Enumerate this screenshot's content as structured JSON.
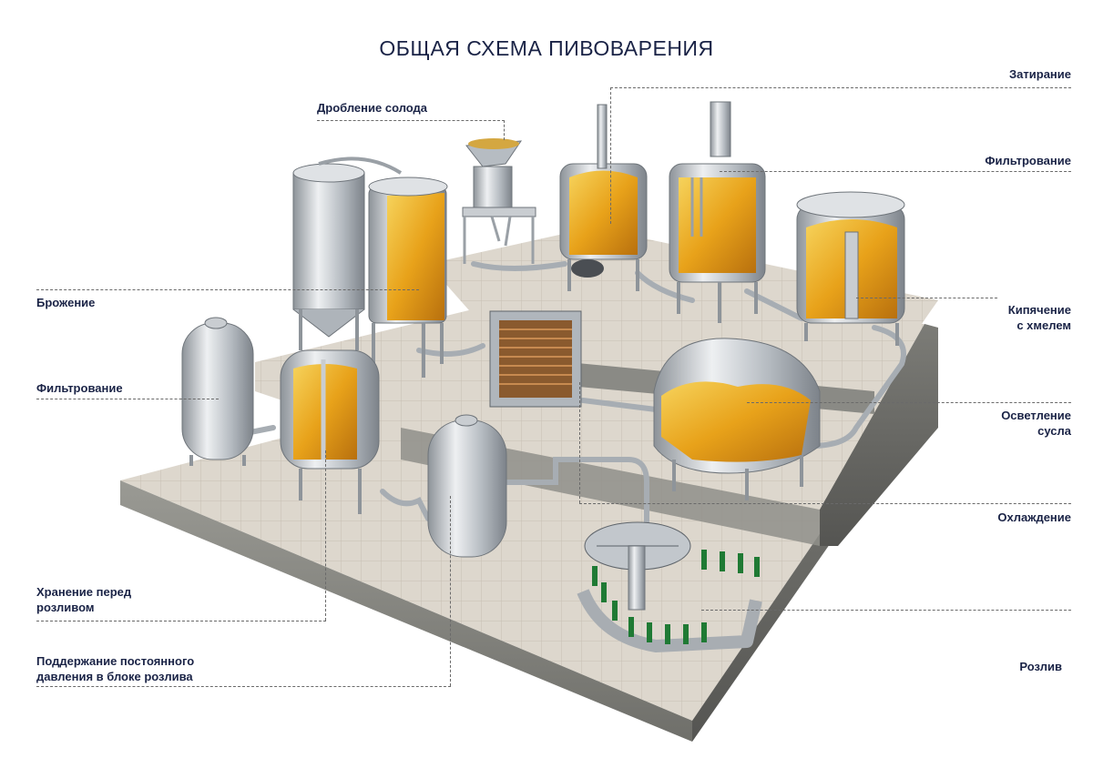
{
  "diagram": {
    "title": "ОБЩАЯ СХЕМА ПИВОВАРЕНИЯ",
    "labels": {
      "malt_crushing": "Дробление солода",
      "mashing": "Затирание",
      "lautering": "Фильтрование",
      "boiling_line1": "Кипячение",
      "boiling_line2": "с хмелем",
      "fermentation": "Брожение",
      "filtration": "Фильтрование",
      "clarification_line1": "Осветление",
      "clarification_line2": "сусла",
      "cooling": "Охлаждение",
      "storage_line1": "Хранение перед",
      "storage_line2": "розливом",
      "pressure_line1": "Поддержание постоянного",
      "pressure_line2": "давления в блоке розлива",
      "bottling": "Розлив"
    },
    "colors": {
      "title": "#1a2346",
      "label": "#1a2346",
      "beer": "#e8a21a",
      "steel": "#b9bec3",
      "floor": "#dcd6cc",
      "concrete": "#8b8b85"
    }
  }
}
